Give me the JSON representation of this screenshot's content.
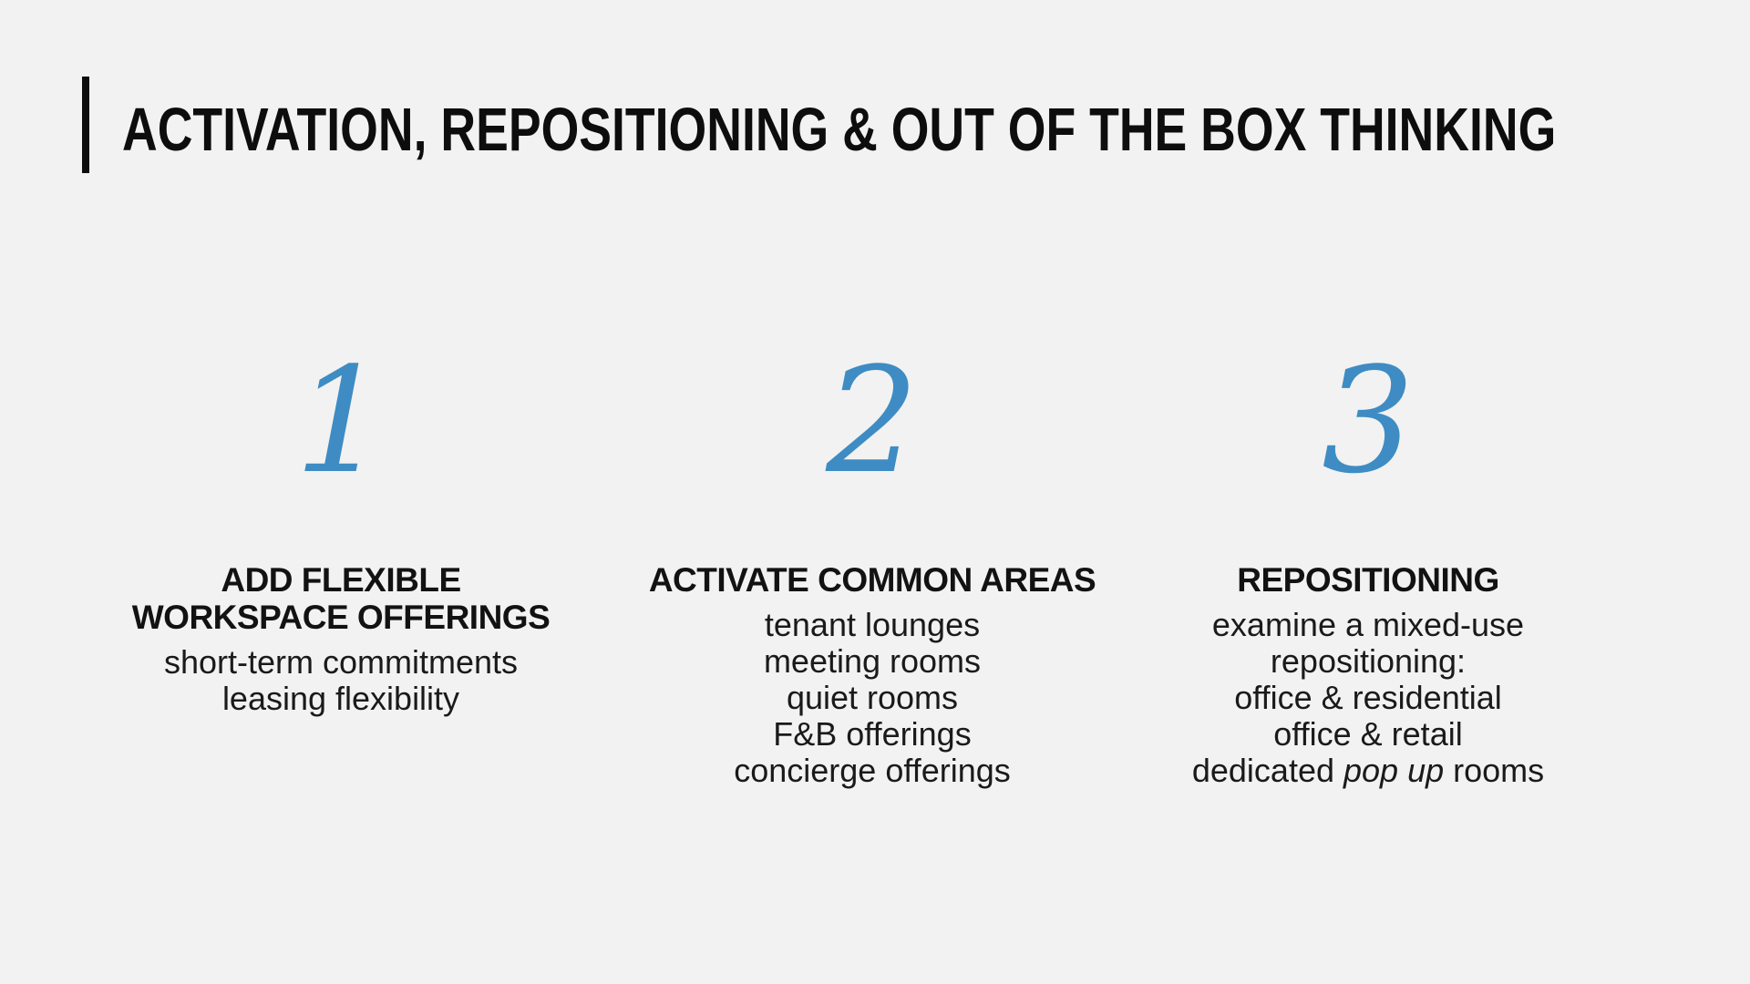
{
  "page": {
    "background_color": "#f2f2f2",
    "accent_blue": "#3e8cc3",
    "text_color": "#121212"
  },
  "header": {
    "title": "ACTIVATION, REPOSITIONING & OUT OF THE BOX THINKING"
  },
  "columns": [
    {
      "number": "1",
      "heading": "ADD FLEXIBLE\nWORKSPACE OFFERINGS",
      "body_lines": [
        "short-term commitments",
        "leasing flexibility"
      ]
    },
    {
      "number": "2",
      "heading": "ACTIVATE COMMON AREAS",
      "body_lines": [
        "tenant lounges",
        "meeting rooms",
        "quiet rooms",
        "F&B offerings",
        "concierge offerings"
      ]
    },
    {
      "number": "3",
      "heading": "REPOSITIONING",
      "body_lines": [
        "examine a mixed-use",
        "repositioning:",
        "office & residential",
        "office & retail"
      ],
      "last_line": {
        "prefix": "dedicated ",
        "italic": "pop up",
        "suffix": " rooms"
      }
    }
  ]
}
